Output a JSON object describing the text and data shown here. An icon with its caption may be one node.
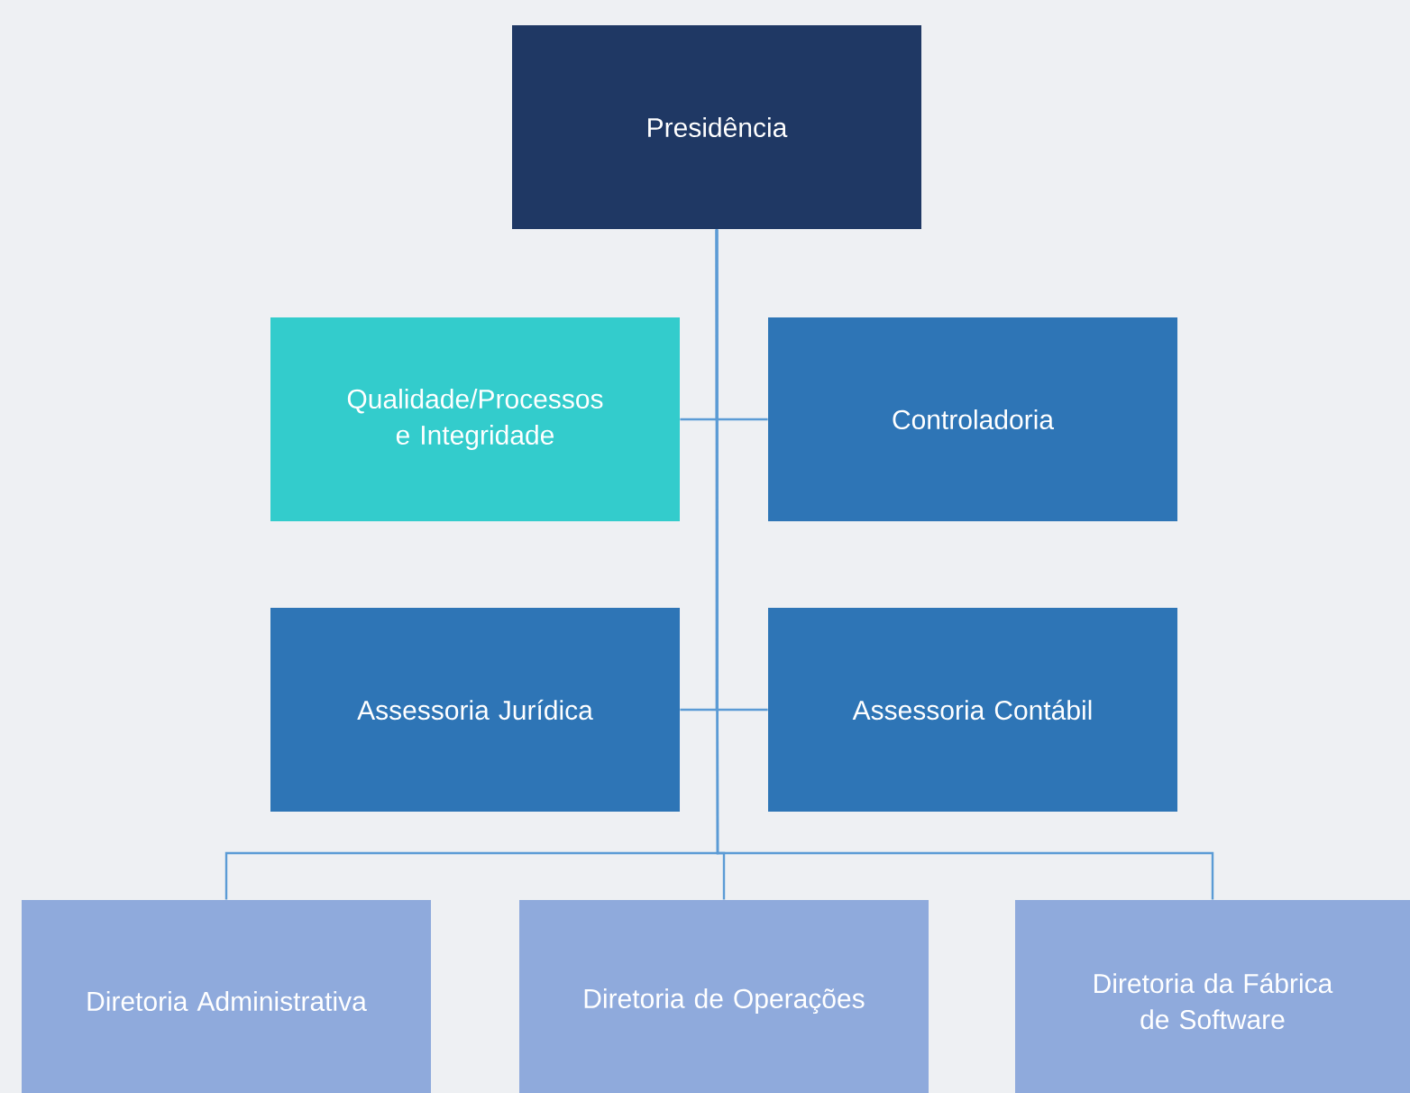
{
  "diagram": {
    "nodes": [
      {
        "text": [
          "Presidência"
        ]
      },
      {
        "text": [
          "Qualidade/Processos e Integridade"
        ]
      },
      {
        "text": [
          "Controladoria"
        ]
      },
      {
        "text": [
          "Assessoria Jurídica"
        ]
      },
      {
        "text": [
          "Assessoria Contábil"
        ]
      },
      {
        "text": [
          "Diretoria Administrativa"
        ]
      },
      {
        "text": [
          "Diretoria de Operações"
        ]
      },
      {
        "text": [
          "Diretoria da Fábrica de Software"
        ]
      }
    ],
    "edges": [
      {
        "from": 0,
        "to": 1,
        "arrow": "none"
      },
      {
        "from": 0,
        "to": 2,
        "arrow": "none"
      },
      {
        "from": 0,
        "to": 3,
        "arrow": "none"
      },
      {
        "from": 0,
        "to": 4,
        "arrow": "none"
      },
      {
        "from": 0,
        "to": 5,
        "arrow": "none"
      },
      {
        "from": 0,
        "to": 6,
        "arrow": "none"
      },
      {
        "from": 0,
        "to": 7,
        "arrow": "none"
      }
    ]
  }
}
